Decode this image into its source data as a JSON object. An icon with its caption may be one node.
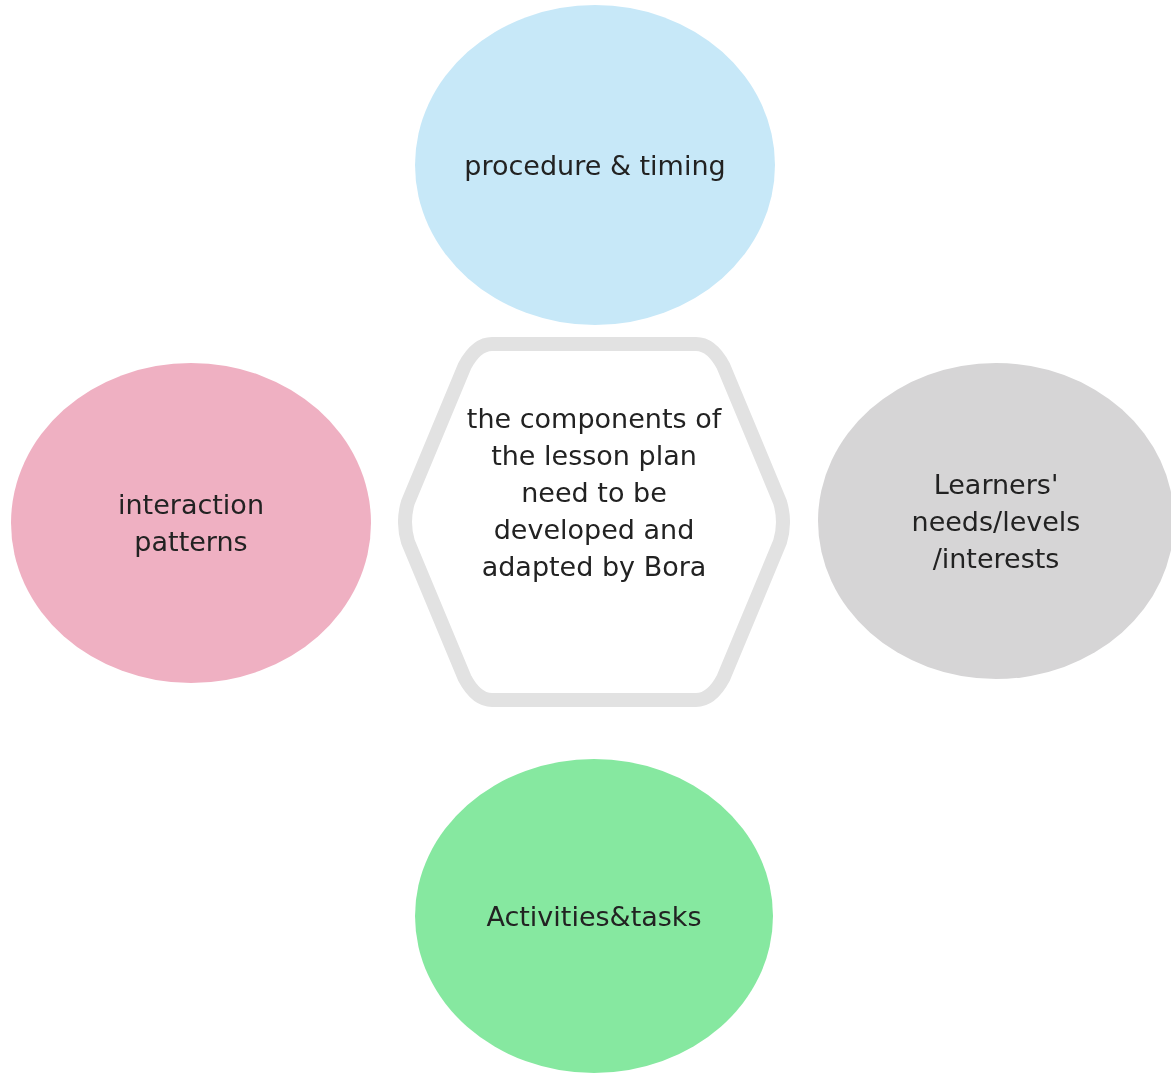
{
  "diagram": {
    "nodes": [
      {
        "text": [
          "procedure & timing"
        ]
      },
      {
        "text": [
          "interaction patterns"
        ]
      },
      {
        "text": [
          "the components of the lesson plan need to be developed and adapted by Bora"
        ]
      },
      {
        "text": [
          "Learners' needs/levels /interests"
        ]
      },
      {
        "text": [
          "Activities&tasks"
        ]
      }
    ]
  }
}
